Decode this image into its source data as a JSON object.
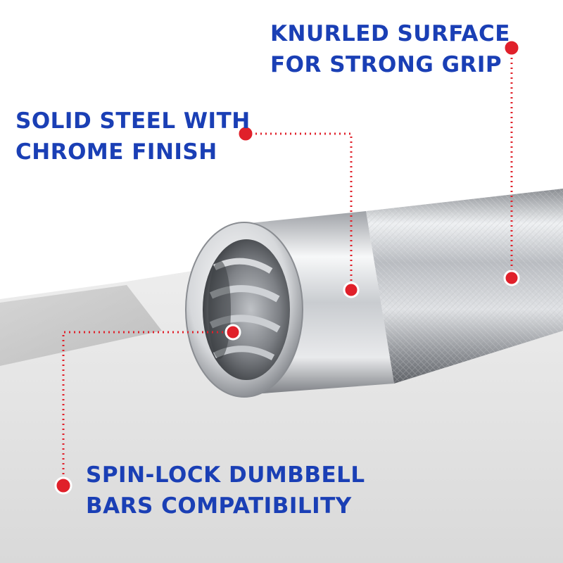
{
  "callouts": {
    "knurled": {
      "line1": "KNURLED SURFACE",
      "line2": "FOR STRONG GRIP"
    },
    "steel": {
      "line1": "SOLID STEEL WITH",
      "line2": "CHROME FINISH"
    },
    "spin_lock": {
      "line1": "SPIN-LOCK DUMBBELL",
      "line2": "BARS COMPATIBILITY"
    }
  },
  "colors": {
    "text": "#1a3fb5",
    "marker": "#e0202a",
    "chrome": "#c8cbd0",
    "surface": "#e6e6e6"
  }
}
